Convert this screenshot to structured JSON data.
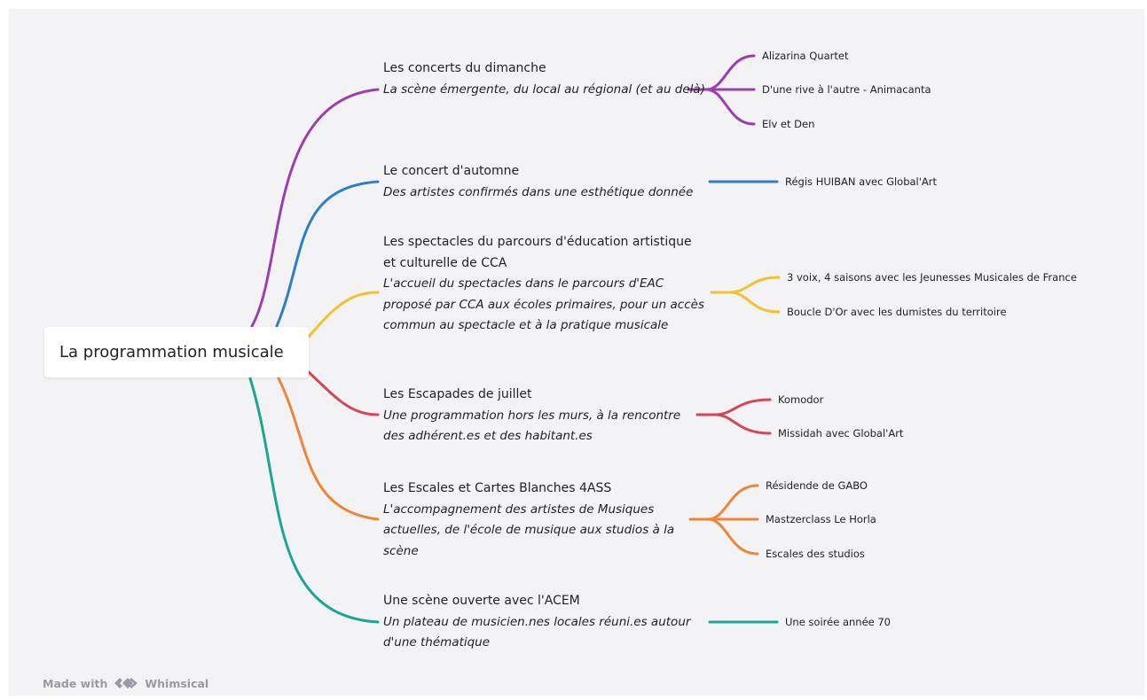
{
  "root": {
    "label": "La programmation musicale"
  },
  "colors": {
    "purple": "#9b3fae",
    "blue": "#2f7fc8",
    "yellow": "#f2c12e",
    "red": "#d44755",
    "orange": "#ee8538",
    "teal": "#1aa594"
  },
  "branches": [
    {
      "title": "Les concerts du dimanche",
      "subtitle": "La scène émergente, du local au régional (et au delà)",
      "leaves": [
        "Alizarina Quartet",
        "D'une rive à l'autre - Animacanta",
        "Elv et Den"
      ]
    },
    {
      "title": "Le concert d'automne",
      "subtitle": "Des artistes confirmés dans une esthétique donnée",
      "leaves": [
        "Régis HUIBAN avec Global'Art"
      ]
    },
    {
      "title": "Les spectacles du parcours d'éducation artistique et culturelle de CCA",
      "subtitle": "L'accueil du spectacles dans le parcours d'EAC proposé par CCA aux écoles primaires, pour un accès commun au spectacle et à la pratique musicale",
      "leaves": [
        "3 voix, 4 saisons avec les Jeunesses Musicales de France",
        "Boucle D'Or avec les dumistes du territoire"
      ]
    },
    {
      "title": "Les Escapades de juillet",
      "subtitle": "Une programmation hors les murs, à la rencontre des adhérent.es et des habitant.es",
      "leaves": [
        "Komodor",
        "Missidah avec Global'Art"
      ]
    },
    {
      "title": "Les Escales et Cartes Blanches 4ASS",
      "subtitle": "L'accompagnement des artistes de Musiques actuelles, de l'école de musique aux studios à la scène",
      "leaves": [
        "Résidende de GABO",
        "Mastzerclass Le Horla",
        "Escales des studios"
      ]
    },
    {
      "title": "Une scène ouverte avec l'ACEM",
      "subtitle": "Un plateau de musicien.nes locales réuni.es autour d'une thématique",
      "leaves": [
        "Une soirée année 70"
      ]
    }
  ],
  "footer": {
    "made_with": "Made with",
    "brand": "Whimsical"
  }
}
